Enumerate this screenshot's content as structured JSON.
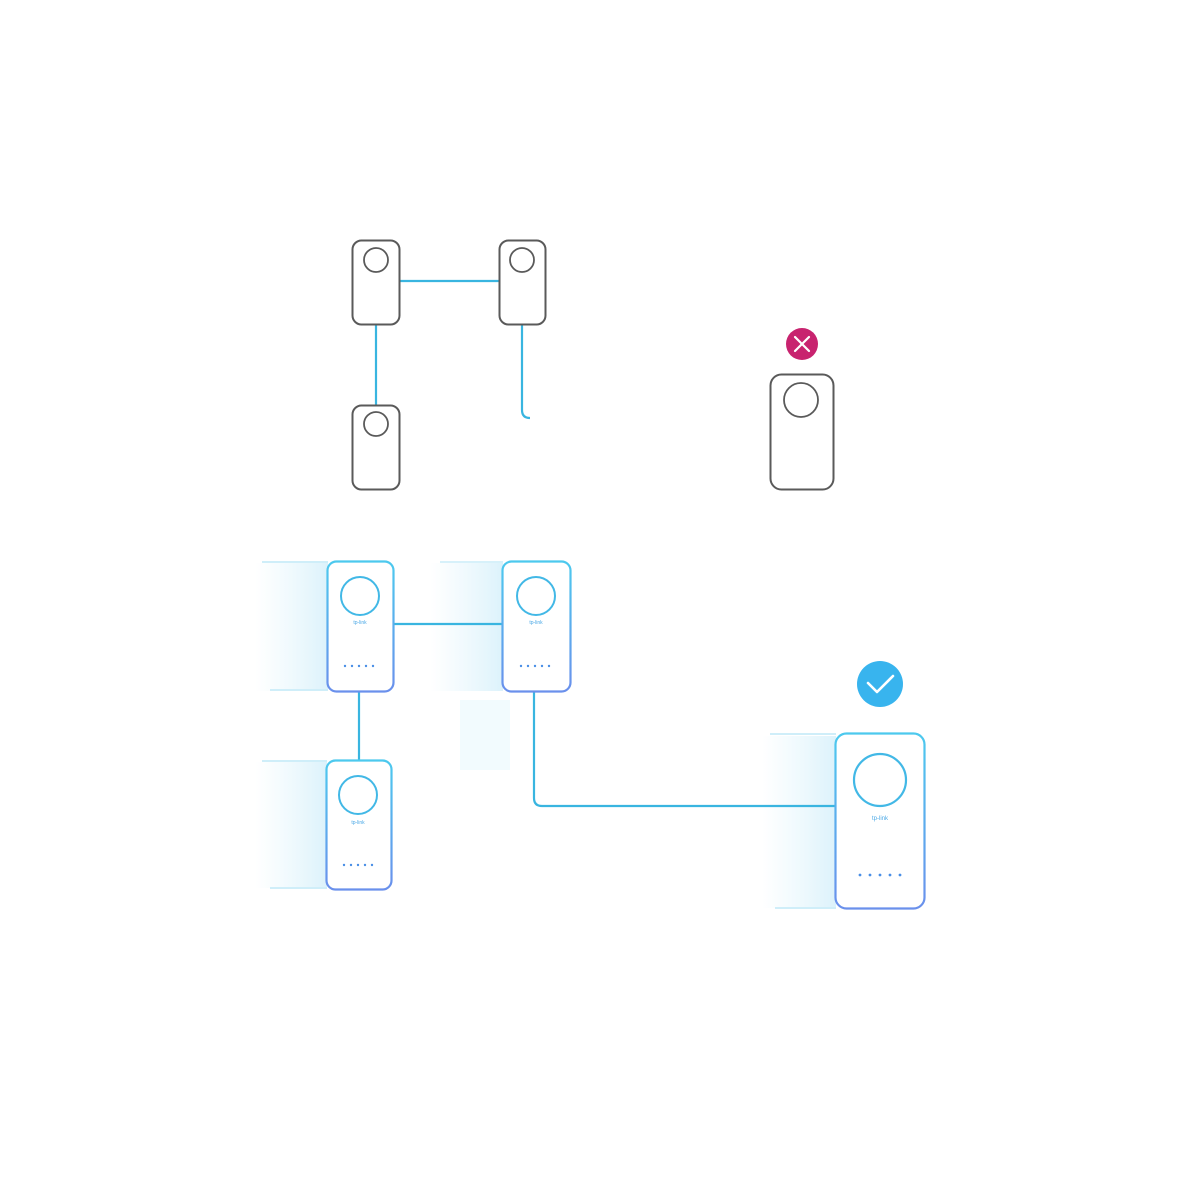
{
  "diagram": {
    "top_scenario": {
      "status": "failed",
      "status_icon": "cross-icon",
      "device_count": 4,
      "device_style": "outline-grey",
      "link_to_last_device": "fading-gradient"
    },
    "bottom_scenario": {
      "status": "success",
      "status_icon": "checkmark-icon",
      "device_count": 4,
      "device_style": "blue-glow",
      "link_to_last_device": "solid"
    },
    "device_logo_text": "tp-link",
    "colors": {
      "device_outline_grey": "#5a5a5a",
      "link_blue": "#39b5e0",
      "device_blue": "#56a9f0",
      "error_magenta": "#c8236f",
      "success_blue": "#38b4ee",
      "glow_blue": "#dff4fb"
    }
  }
}
